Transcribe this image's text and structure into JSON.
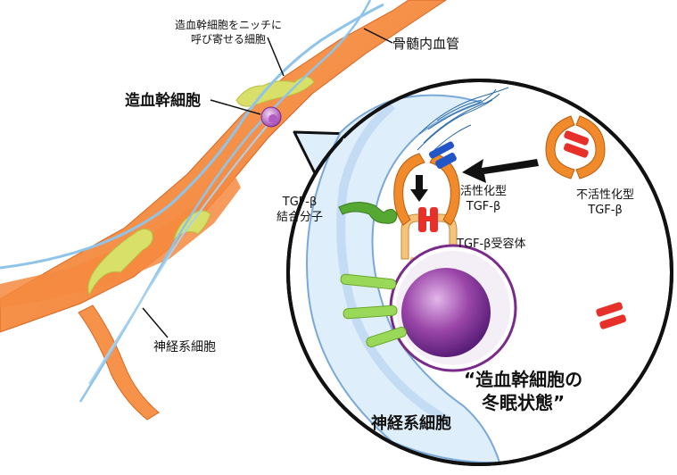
{
  "labels": {
    "niche_molecule": "造血幹細胞をニッチに呼び寄せる細胞",
    "niche_molecule_line1": "造血幹細胞をニッチに",
    "niche_molecule_line2": "呼び寄せる細胞",
    "bone_marrow_vessel": "骨髄内血管",
    "hsc": "造血幹細胞",
    "nerve_cell_outer": "神経系細胞",
    "tgf_binding_line1": "TGF-β",
    "tgf_binding_line2": "結合分子",
    "active_tgf_line1": "活性化型",
    "active_tgf_line2": "TGF-β",
    "inactive_tgf_line1": "不活性化型",
    "inactive_tgf_line2": "TGF-β",
    "tgf_receptor": "TGF-β受容体",
    "hibernation_line1": "“造血幹細胞の",
    "hibernation_line2": "冬眠状態”",
    "nerve_cell_inner": "神経系細胞"
  },
  "colors": {
    "vessel": "#f7924a",
    "vessel_dark": "#e8742a",
    "niche": "#d8e06a",
    "nerve": "#8fc4ea",
    "hsc": "#8a3a9a",
    "receptor": "#f6c37a",
    "tgf_active": "#f08a2a",
    "tgf_red": "#e8302a",
    "binding": "#55a832",
    "green_bar": "#9ad85a",
    "blue": "#2256c8",
    "bubble_fill": "#dfeefb"
  }
}
